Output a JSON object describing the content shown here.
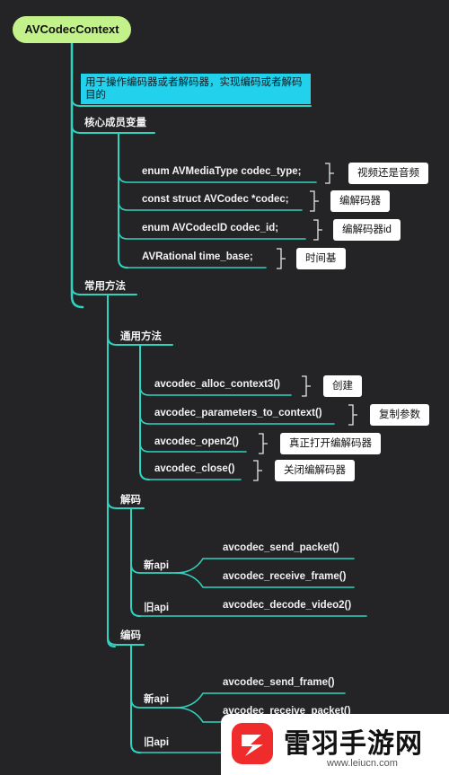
{
  "root": "AVCodecContext",
  "description": "用于操作编码器或者解码器，实现编码或者解码目的",
  "sections": {
    "core_members": {
      "title": "核心成员变量",
      "items": [
        {
          "code": "enum AVMediaType codec_type;",
          "note": "视频还是音频"
        },
        {
          "code": "const struct AVCodec  *codec;",
          "note": "编解码器"
        },
        {
          "code": "enum AVCodecID    codec_id;",
          "note": "编解码器id"
        },
        {
          "code": "AVRational time_base;",
          "note": "时间基"
        }
      ]
    },
    "methods": {
      "title": "常用方法",
      "general": {
        "title": "通用方法",
        "items": [
          {
            "code": "avcodec_alloc_context3()",
            "note": "创建"
          },
          {
            "code": "avcodec_parameters_to_context()",
            "note": "复制参数"
          },
          {
            "code": "avcodec_open2()",
            "note": "真正打开编解码器"
          },
          {
            "code": "avcodec_close()",
            "note": "关闭编解码器"
          }
        ]
      },
      "decode": {
        "title": "解码",
        "new_api": {
          "label": "新api",
          "items": [
            "avcodec_send_packet()",
            "avcodec_receive_frame()"
          ]
        },
        "old_api": {
          "label": "旧api",
          "items": [
            "avcodec_decode_video2()"
          ]
        }
      },
      "encode": {
        "title": "编码",
        "new_api": {
          "label": "新api",
          "items": [
            "avcodec_send_frame()",
            "avcodec_receive_packet()"
          ]
        },
        "old_api": {
          "label": "旧api",
          "items": []
        }
      }
    }
  },
  "watermark": {
    "title": "雷羽手游网",
    "url": "www.leiucn.com"
  },
  "colors": {
    "wire": "#2fd4c0",
    "root_bg": "#c4f28a",
    "desc_bg": "#22d2ec",
    "note_bg": "#ffffff",
    "background": "#242427"
  }
}
